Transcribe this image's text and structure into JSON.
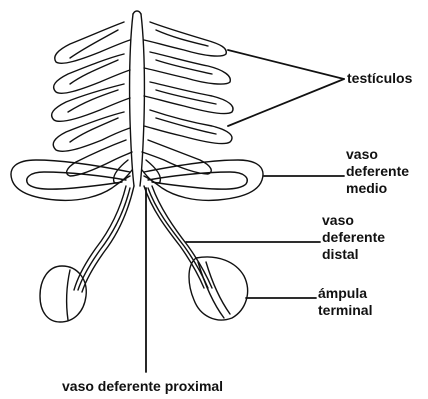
{
  "labels": {
    "testiculos": "testículos",
    "vaso_medio": [
      "vaso",
      "deferente",
      "medio"
    ],
    "vaso_distal": [
      "vaso",
      "deferente",
      "distal"
    ],
    "ampula": [
      "ámpula",
      "terminal"
    ],
    "vaso_proximal": "vaso deferente proximal"
  },
  "colors": {
    "ink": "#111111",
    "background": "#ffffff"
  }
}
